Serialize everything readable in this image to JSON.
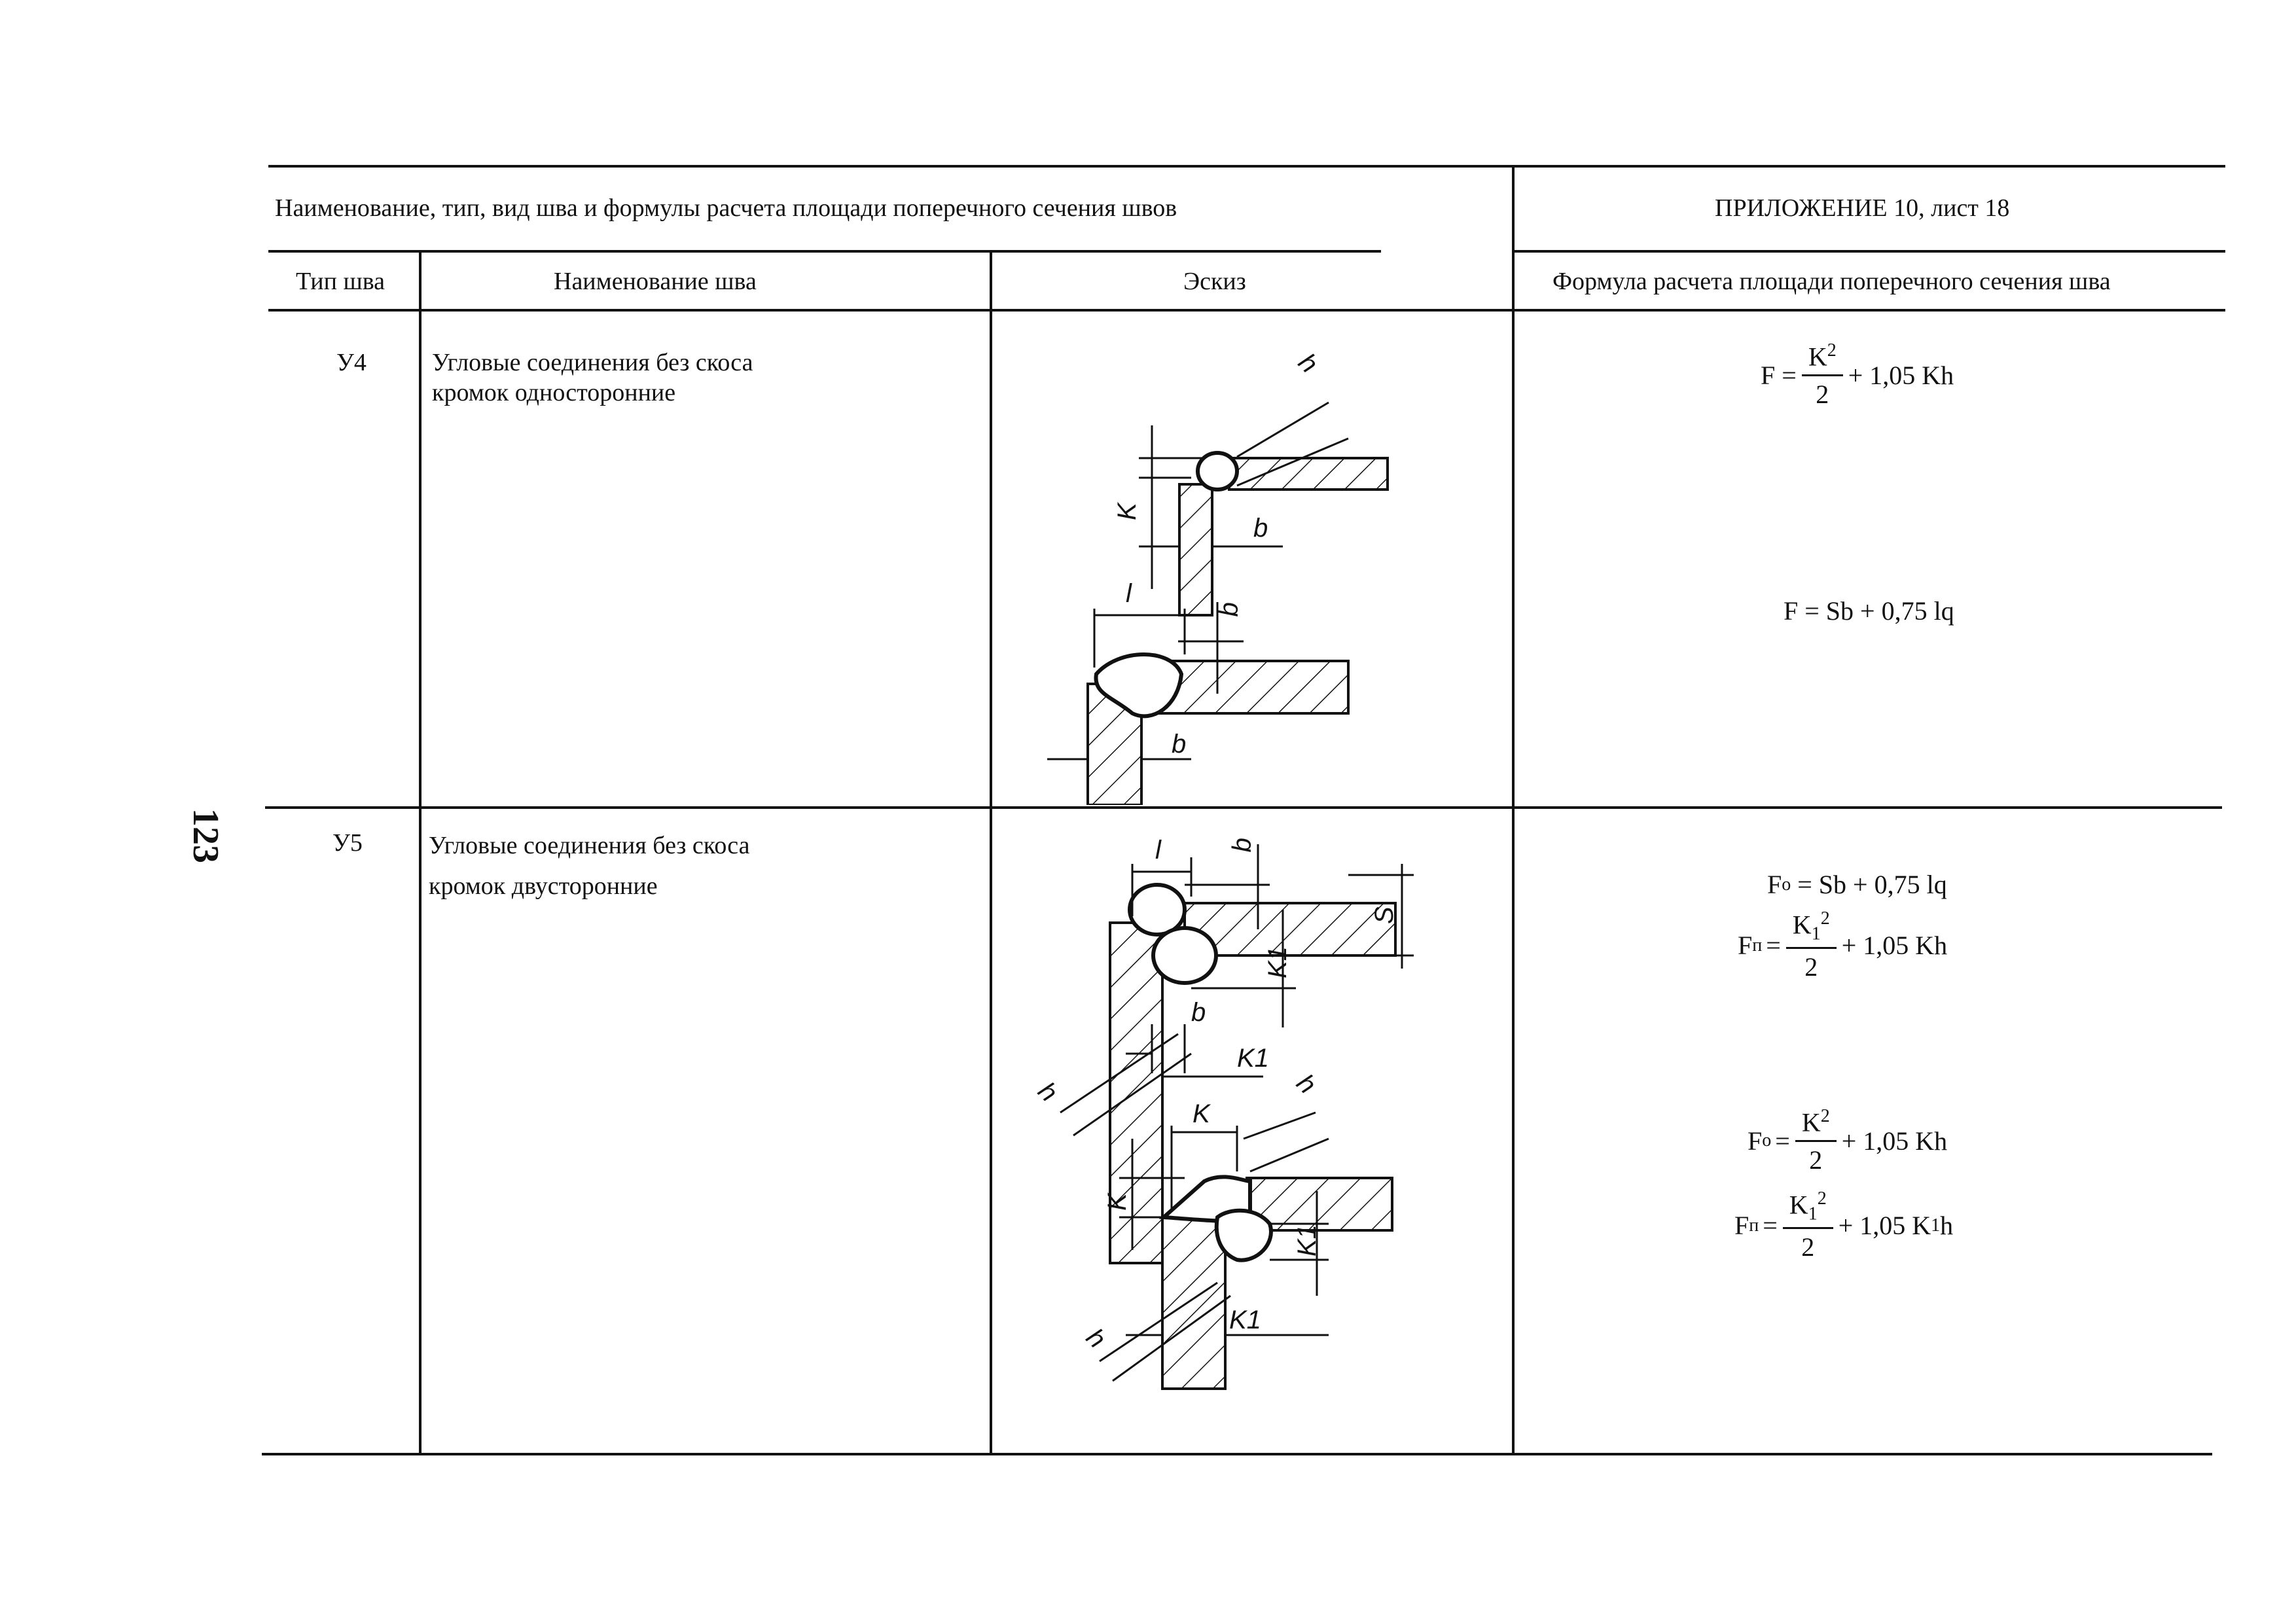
{
  "page_number": "123",
  "header": {
    "title": "Наименование, тип, вид шва и формулы расчета площади поперечного сечения швов",
    "appendix": "ПРИЛОЖЕНИЕ 10, лист 18"
  },
  "columns": [
    "Тип шва",
    "Наименование шва",
    "Эскиз",
    "Формула расчета площади поперечного сечения шва"
  ],
  "rows": [
    {
      "type": "У4",
      "name_line1": "Угловые соединения без скоса",
      "name_line2": "кромок односторонние",
      "formula1": {
        "lhs": "F =",
        "num": "K",
        "num_sup": "2",
        "den": "2",
        "rest": "+ 1,05 Kh"
      },
      "formula2": {
        "text": "F = Sb + 0,75 lq"
      },
      "sketch_labels": [
        "h",
        "K",
        "b",
        "l",
        "q",
        "b"
      ]
    },
    {
      "type": "У5",
      "name_line1": "Угловые соединения без скоса",
      "name_line2": "кромок двусторонние",
      "formula1": {
        "lhs": "F",
        "lhs_sub": "о",
        "eq": "= Sb + 0,75 lq"
      },
      "formula2": {
        "lhs": "F",
        "lhs_sub": "п",
        "num": "K",
        "num_sub": "1",
        "num_sup": "2",
        "den": "2",
        "rest": "+ 1,05 Kh"
      },
      "formula3": {
        "lhs": "F",
        "lhs_sub": "о",
        "num": "K",
        "num_sup": "2",
        "den": "2",
        "rest": "+ 1,05 Kh"
      },
      "formula4": {
        "lhs": "F",
        "lhs_sub": "п",
        "num": "K",
        "num_sub": "1",
        "num_sup": "2",
        "den": "2",
        "rest": "+ 1,05 K",
        "rest_sub": "1",
        "rest_tail": " h"
      },
      "sketch_labels": [
        "l",
        "q",
        "S",
        "K1",
        "h",
        "b",
        "K1",
        "K",
        "h",
        "K",
        "K1",
        "h",
        "K1"
      ]
    }
  ]
}
